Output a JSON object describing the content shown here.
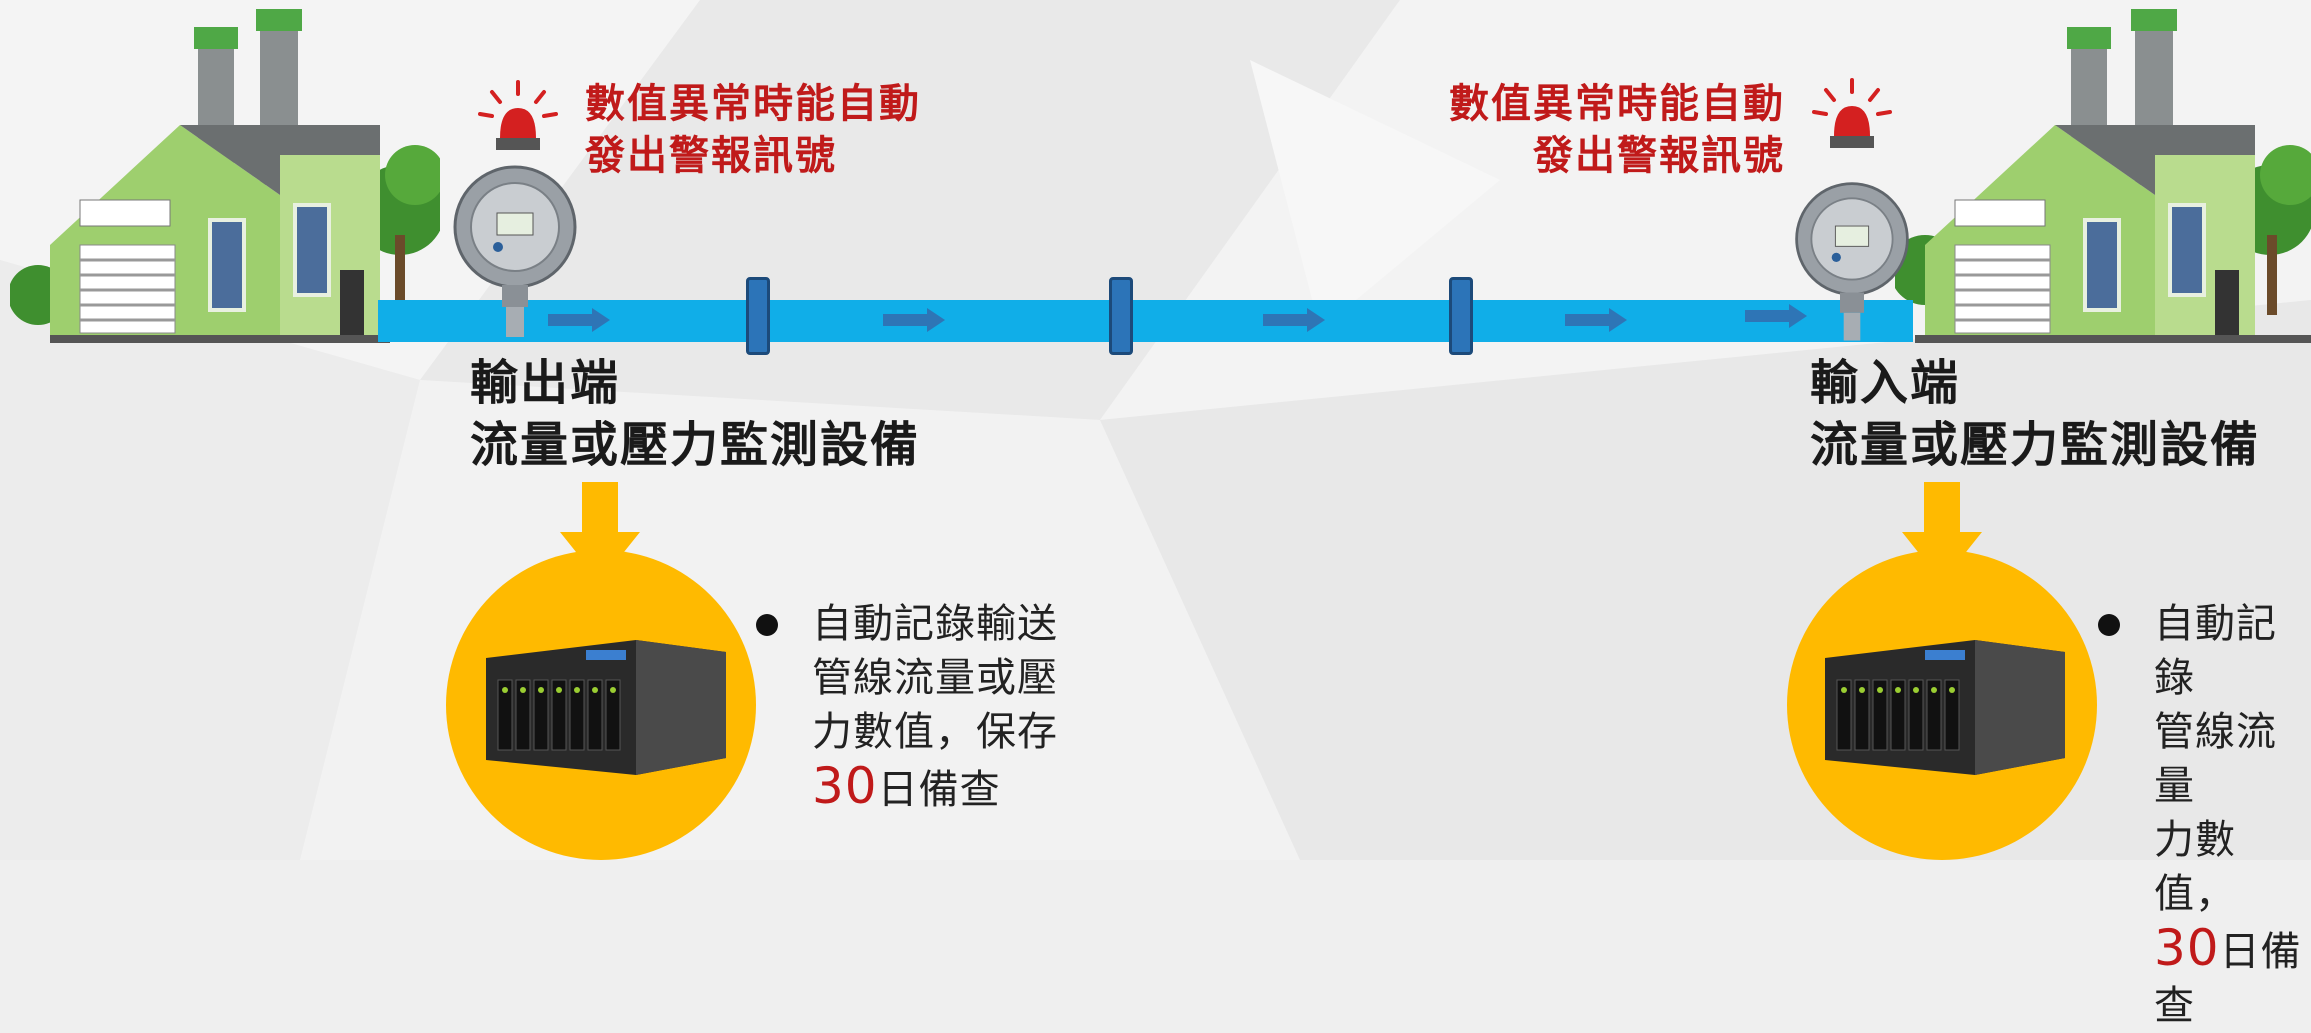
{
  "left": {
    "alarm_line1": "數值異常時能自動",
    "alarm_line2": "發出警報訊號",
    "label_line1": "輸出端",
    "label_line2": "流量或壓力監測設備",
    "bullet_line1": "自動記錄輸送",
    "bullet_line2": "管線流量或壓",
    "bullet_line3": "力數值，保存",
    "bullet_num": "30",
    "bullet_suffix": "日備查"
  },
  "right": {
    "alarm_line1": "數值異常時能自動",
    "alarm_line2": "發出警報訊號",
    "label_line1": "輸入端",
    "label_line2": "流量或壓力監測設備",
    "bullet_line1": "自動記錄",
    "bullet_line2": "管線流量",
    "bullet_line3": "力數值，",
    "bullet_num": "30",
    "bullet_suffix": "日備查"
  },
  "colors": {
    "pipe": "#10aee8",
    "alarm_text": "#c01a1a",
    "circle": "#ffba00",
    "arrow": "#ffba00"
  },
  "icons": [
    "factory-icon",
    "alarm-light-icon",
    "pressure-sensor-icon",
    "nas-server-icon",
    "flow-arrow-icon"
  ]
}
